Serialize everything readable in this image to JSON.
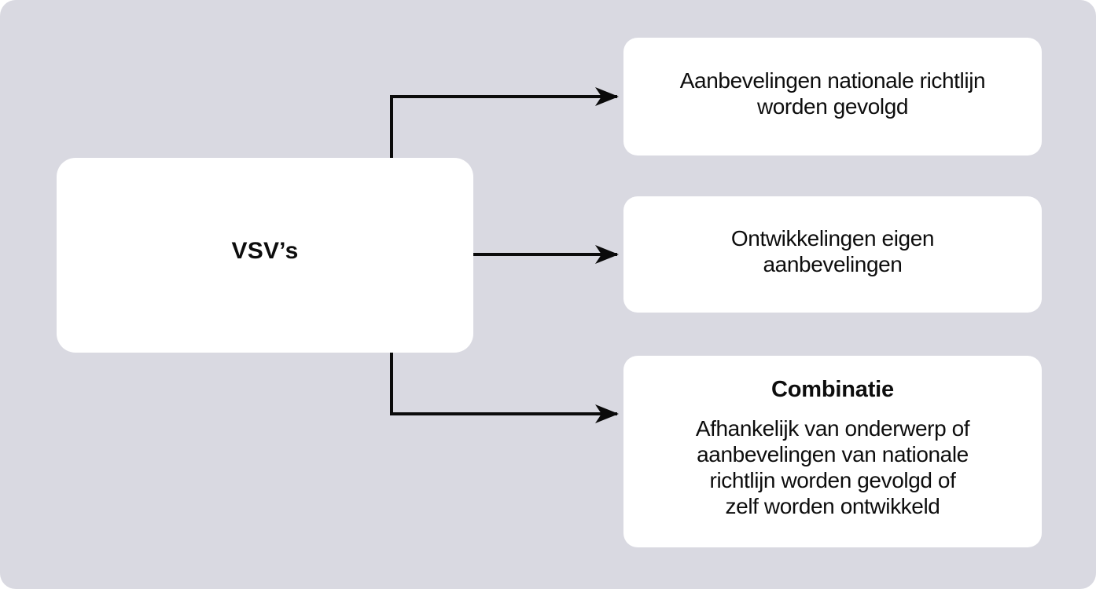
{
  "theme": {
    "canvas-bg": "#d9d9e1",
    "node-bg": "#ffffff",
    "text-color": "#0d0d0d",
    "line-color": "#0b0b0b"
  },
  "diagram": {
    "root": {
      "label": "VSV’s"
    },
    "branches": [
      {
        "label": "Aanbevelingen nationale richtlijn\nworden gevolgd"
      },
      {
        "label": "Ontwikkelingen eigen\naanbevelingen"
      },
      {
        "title": "Combinatie",
        "label": "Afhankelijk van onderwerp of\naanbevelingen van nationale\nrichtlijn worden gevolgd of\nzelf worden ontwikkeld"
      }
    ]
  }
}
